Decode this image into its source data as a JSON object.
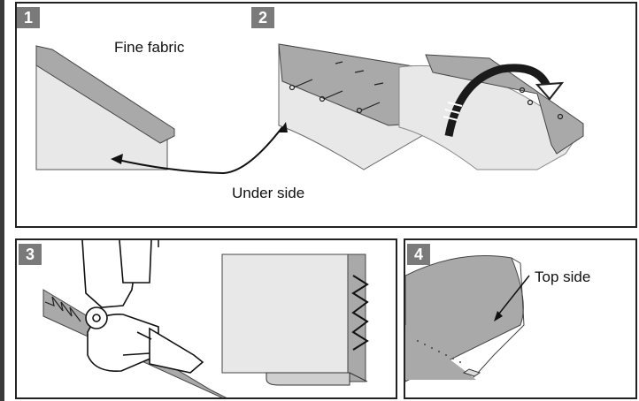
{
  "steps": [
    {
      "number": "1"
    },
    {
      "number": "2"
    },
    {
      "number": "3"
    },
    {
      "number": "4"
    }
  ],
  "labels": {
    "fine_fabric": "Fine fabric",
    "under_side": "Under side",
    "top_side": "Top side"
  },
  "colors": {
    "fabric": "#e8e8e8",
    "hem": "#a9a9a9",
    "badge": "#7a7a7a",
    "outline": "#222222"
  }
}
